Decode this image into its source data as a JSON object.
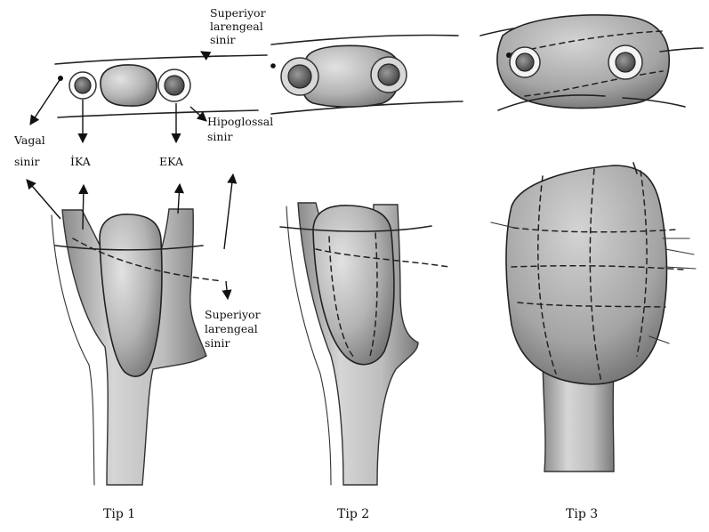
{
  "labels": {
    "superior_laryngeal_top": [
      "Superiyor",
      "larengeal",
      "sinir"
    ],
    "hypoglossal": [
      "Hipoglossal",
      "sinir"
    ],
    "vagal": [
      "Vagal",
      "sinir"
    ],
    "ica": "İKA",
    "eca": "EKA",
    "superior_laryngeal_bottom": [
      "Superiyor",
      "larengeal",
      "sinir"
    ]
  },
  "captions": {
    "type1": "Tip 1",
    "type2": "Tip 2",
    "type3": "Tip 3"
  }
}
